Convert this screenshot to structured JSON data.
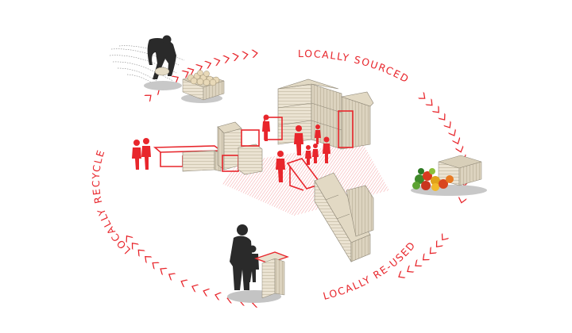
{
  "diagram": {
    "labels": {
      "sourced": "LOCALLY SOURCED",
      "reused": "LOCALLY RE-USED",
      "recycled": "LOCALLY RECYCLED"
    },
    "colors": {
      "accent": "#e8262c",
      "shadow": "#bdbdbd",
      "wood": "#e9e1cf",
      "silhouette": "#2a2a2a"
    },
    "icons": {
      "farmer": "farmer-harvesting-icon",
      "produce": "produce-crate-icon",
      "customer": "customer-at-stand-icon",
      "market": "market-installation-icon"
    }
  }
}
